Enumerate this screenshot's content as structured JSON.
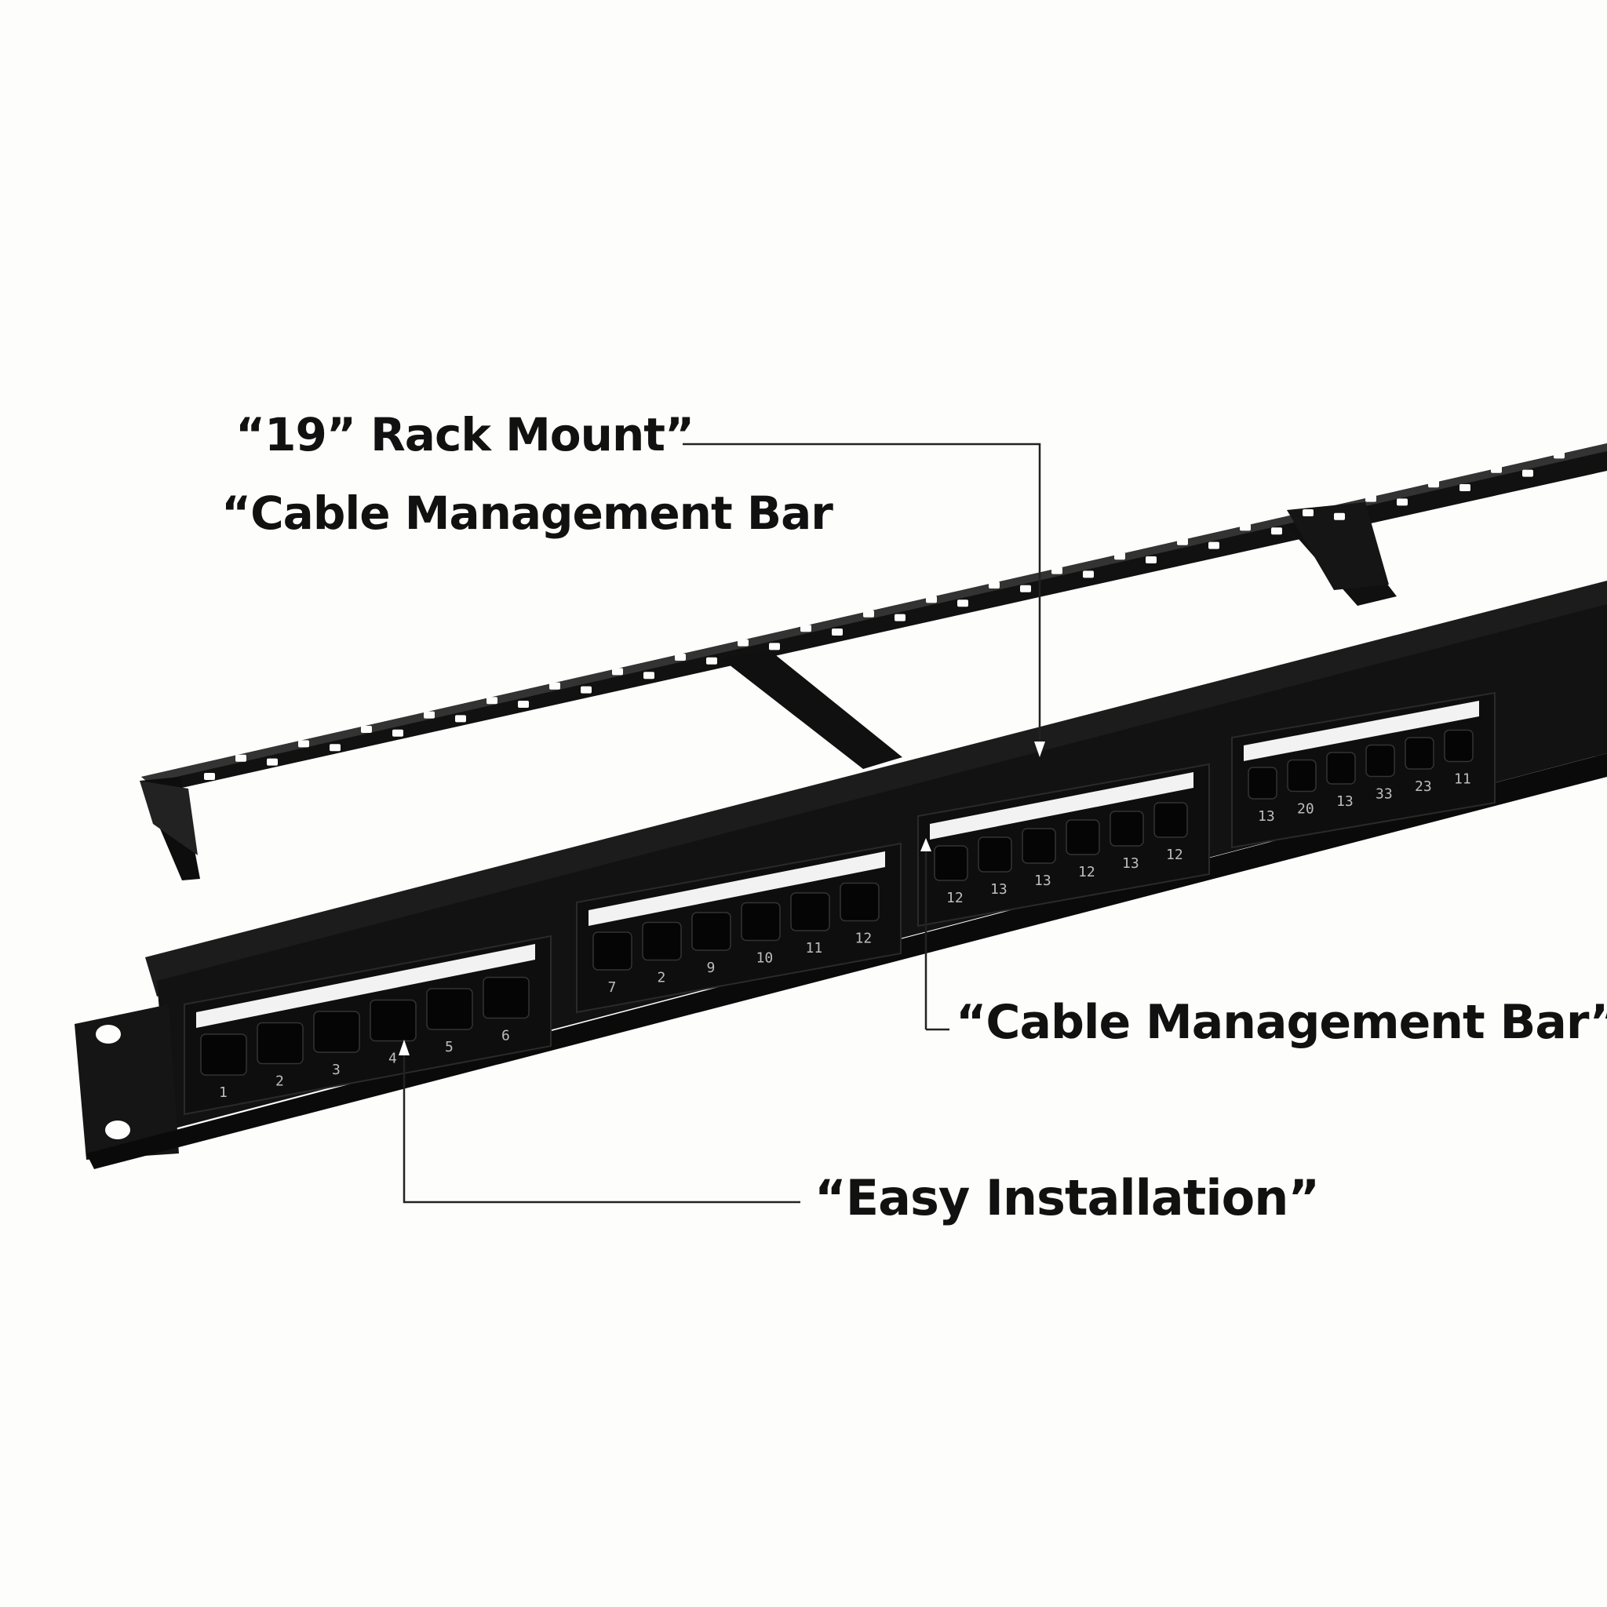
{
  "callouts": {
    "rack_mount": "“19” Rack Mount”",
    "cable_bar_top": "“Cable Management Bar",
    "cable_bar_right": "“Cable Management Bar”",
    "easy_installation": "“Easy Installation”"
  },
  "port_labels": [
    "1",
    "2",
    "3",
    "4",
    "5",
    "6",
    "7",
    "2",
    "9",
    "10",
    "11",
    "12",
    "12",
    "13",
    "13",
    "12",
    "13",
    "12",
    "13",
    "20",
    "13",
    "33",
    "23",
    "11"
  ],
  "colors": {
    "panel": "#141414",
    "panel_edge": "#2a2a2a",
    "label_strip": "#f2f2f2",
    "leader_line": "#222222",
    "background": "#fdfdfb"
  }
}
